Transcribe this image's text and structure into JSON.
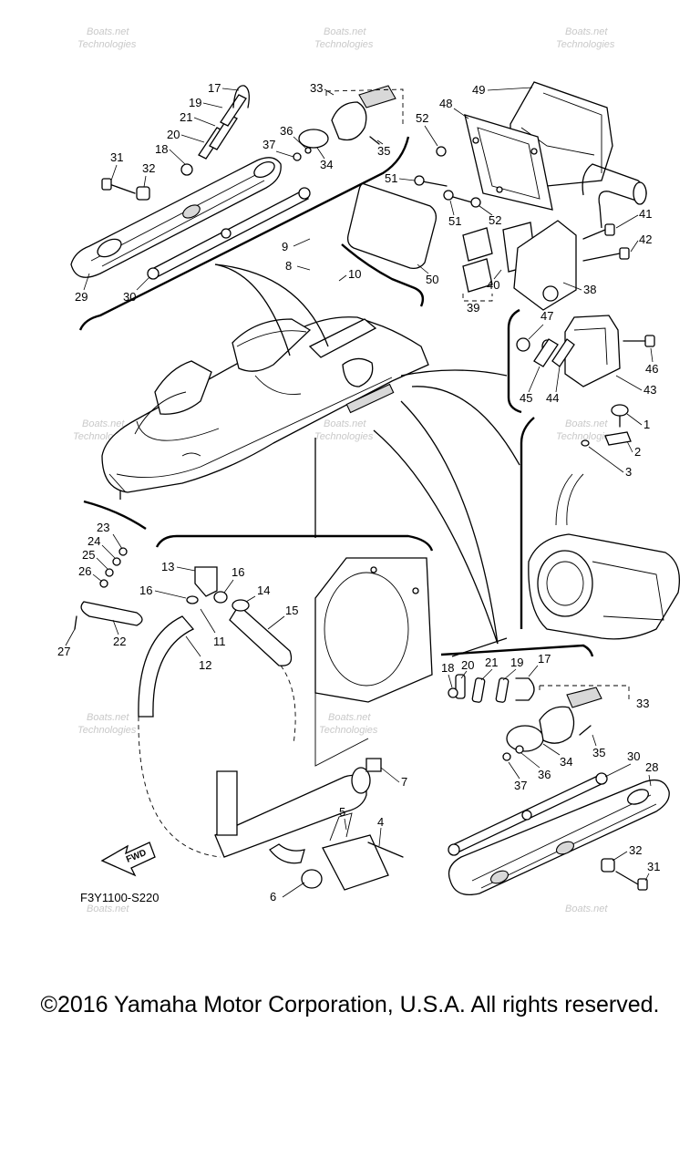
{
  "diagram_code": "F3Y1100-S220",
  "fwd_label": "FWD",
  "copyright": "©2016 Yamaha Motor Corporation, U.S.A. All rights reserved.",
  "watermark": {
    "line1": "Boats.net",
    "line2": "Technologies"
  },
  "callouts": {
    "c1": "1",
    "c2": "2",
    "c3": "3",
    "c4": "4",
    "c5": "5",
    "c6": "6",
    "c7": "7",
    "c8": "8",
    "c9": "9",
    "c10": "10",
    "c11": "11",
    "c12": "12",
    "c13": "13",
    "c14": "14",
    "c15": "15",
    "c16a": "16",
    "c16b": "16",
    "c17a": "17",
    "c17b": "17",
    "c18a": "18",
    "c18b": "18",
    "c19a": "19",
    "c19b": "19",
    "c20a": "20",
    "c20b": "20",
    "c21a": "21",
    "c21b": "21",
    "c22": "22",
    "c23": "23",
    "c24": "24",
    "c25": "25",
    "c26": "26",
    "c27": "27",
    "c28": "28",
    "c29": "29",
    "c30a": "30",
    "c30b": "30",
    "c31a": "31",
    "c31b": "31",
    "c32a": "32",
    "c32b": "32",
    "c33a": "33",
    "c33b": "33",
    "c34a": "34",
    "c34b": "34",
    "c35a": "35",
    "c35b": "35",
    "c36a": "36",
    "c36b": "36",
    "c37a": "37",
    "c37b": "37",
    "c38": "38",
    "c39": "39",
    "c40": "40",
    "c41": "41",
    "c42": "42",
    "c43": "43",
    "c44": "44",
    "c45": "45",
    "c46": "46",
    "c47": "47",
    "c48": "48",
    "c49": "49",
    "c50": "50",
    "c51a": "51",
    "c51b": "51",
    "c52a": "52",
    "c52b": "52"
  }
}
